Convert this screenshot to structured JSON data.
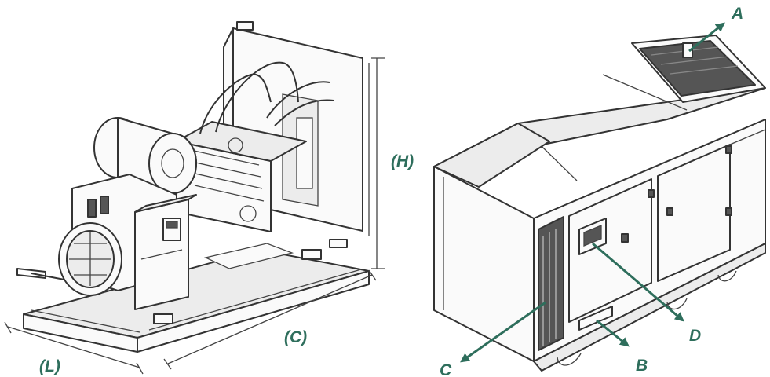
{
  "accent_color": "#2e6e5c",
  "open_set": {
    "dimension_labels": {
      "length": "(L)",
      "width": "(C)",
      "height": "(H)"
    }
  },
  "canopy_set": {
    "arrow_labels": {
      "a": "A",
      "b": "B",
      "c": "C",
      "d": "D"
    }
  },
  "icons": [
    "open-generator-set-drawing",
    "canopy-generator-set-drawing"
  ]
}
